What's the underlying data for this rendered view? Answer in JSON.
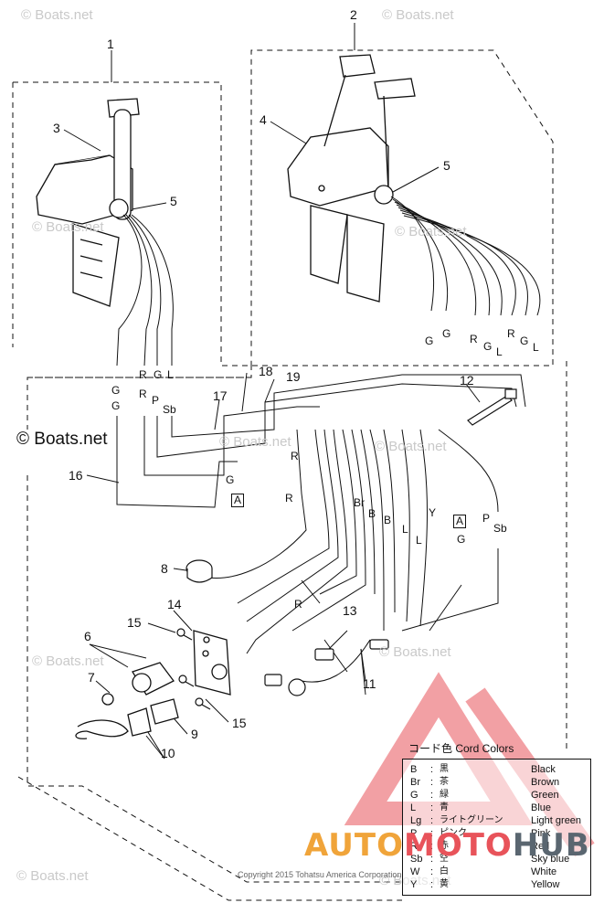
{
  "watermarks": {
    "top_left": "© Boats.net",
    "top_right": "© Boats.net",
    "mid_left": "© Boats.net",
    "mid": "© Boats.net",
    "center": "© Boats.net",
    "mid_right": "© Boats.net",
    "lower_left": "© Boats.net",
    "lower_right": "© Boats.net",
    "bottom_left": "© Boats.net",
    "bottom_right": "© Boats.net",
    "prominent": "© Boats.net"
  },
  "callouts": {
    "n1": "1",
    "n2": "2",
    "n3": "3",
    "n4": "4",
    "n5a": "5",
    "n5b": "5",
    "n6": "6",
    "n7": "7",
    "n8": "8",
    "n9": "9",
    "n10": "10",
    "n11": "11",
    "n12": "12",
    "n13": "13",
    "n14": "14",
    "n15a": "15",
    "n15b": "15",
    "n16": "16",
    "n17": "17",
    "n18": "18",
    "n19": "19"
  },
  "wire_labels_twin": [
    "G",
    "G",
    "R",
    "G",
    "L",
    "R",
    "G",
    "L"
  ],
  "wire_labels_single_top": [
    "G",
    "R",
    "G",
    "L"
  ],
  "wire_labels_single_bottom": [
    "G",
    "R",
    "P",
    "Sb"
  ],
  "wire_labels_harness": {
    "g_a": "G",
    "box_a1": "A",
    "r1": "R",
    "r2": "R",
    "r3": "R",
    "br": "Br",
    "b1": "B",
    "b2": "B",
    "lg": "L",
    "y": "Y",
    "l2": "L",
    "box_a2": "A",
    "g2": "G",
    "p": "P",
    "sb": "Sb"
  },
  "legend": {
    "title": "コード色 Cord Colors",
    "rows": [
      {
        "code": "B",
        "jp": "黒",
        "en": "Black"
      },
      {
        "code": "Br",
        "jp": "茶",
        "en": "Brown"
      },
      {
        "code": "G",
        "jp": "緑",
        "en": "Green"
      },
      {
        "code": "L",
        "jp": "青",
        "en": "Blue"
      },
      {
        "code": "Lg",
        "jp": "ライトグリーン",
        "en": "Light green"
      },
      {
        "code": "P",
        "jp": "ピンク",
        "en": "Pink"
      },
      {
        "code": "R",
        "jp": "赤",
        "en": "Red"
      },
      {
        "code": "Sb",
        "jp": "空",
        "en": "Sky blue"
      },
      {
        "code": "W",
        "jp": "白",
        "en": "White"
      },
      {
        "code": "Y",
        "jp": "黄",
        "en": "Yellow"
      }
    ]
  },
  "copyright": "Copyright 2015 Tohatsu America Corporation",
  "logo": {
    "part1": "AUTO",
    "part2": "MOTO",
    "part3": "HUB"
  },
  "colors": {
    "line": "#111111",
    "logo_orange": "#f0a43a",
    "logo_red": "#e8535a",
    "logo_gray": "#5a6670"
  }
}
